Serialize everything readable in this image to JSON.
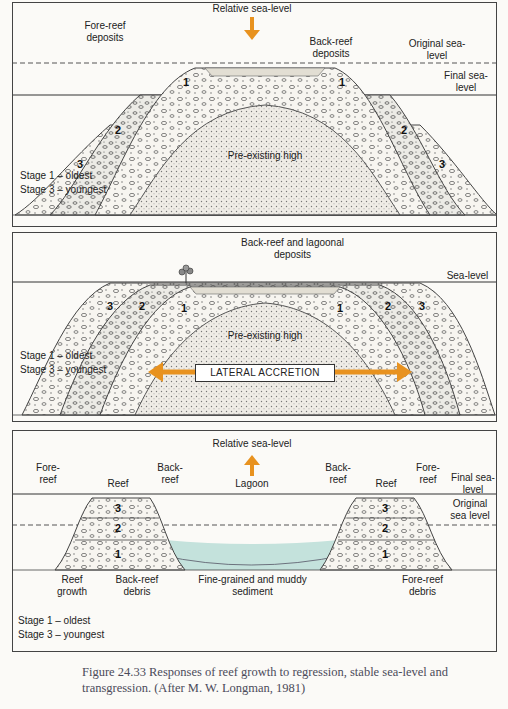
{
  "diagram": {
    "caption": "Figure 24.33 Responses of reef growth to regression, stable sea-level and transgression. (After M. W. Longman, 1981)",
    "nodes": [
      {
        "text": [
          "Relative sea-level",
          "Fore-reef deposits",
          "Back-reef deposits",
          "Original sea-level",
          "Final sea-level",
          "1",
          "1",
          "2",
          "2",
          "3",
          "3",
          "Pre-existing high",
          "Stage 1 – oldest",
          "Stage 3 – youngest"
        ]
      },
      {
        "text": [
          "Back-reef and lagoonal deposits",
          "Sea-level",
          "3",
          "2",
          "1",
          "1",
          "2",
          "3",
          "Pre-existing high",
          "LATERAL ACCRETION",
          "Stage 1 – oldest",
          "Stage 3 – youngest"
        ]
      },
      {
        "text": [
          "Relative sea-level",
          "Fore-reef",
          "Reef",
          "Back-reef",
          "Lagoon",
          "Back-reef",
          "Reef",
          "Fore-reef",
          "Final sea-level",
          "3",
          "2",
          "1",
          "3",
          "2",
          "1",
          "Original sea level",
          "Reef growth",
          "Back-reef debris",
          "Fine-grained and muddy sediment",
          "Fore-reef debris",
          "Stage 1 – oldest",
          "Stage 3 – youngest"
        ]
      }
    ]
  }
}
